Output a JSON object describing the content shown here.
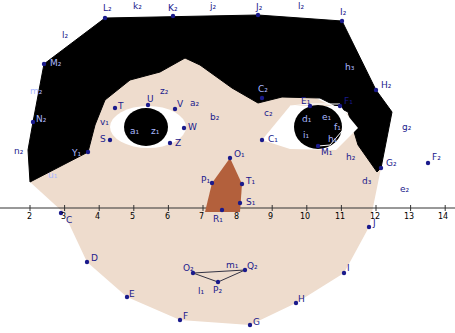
{
  "diagram": {
    "labels": [
      "2",
      "3",
      "4",
      "5",
      "6",
      "7",
      "8",
      "9",
      "10",
      "11",
      "12",
      "13",
      "14",
      "L₂",
      "k₂",
      "K₂",
      "j₂",
      "J₂",
      "l₂",
      "I₂",
      "l₂",
      "M₂",
      "m₂",
      "N₂",
      "n₂",
      "h₃",
      "H₂",
      "g₂",
      "G₂",
      "F₂",
      "e₂",
      "d₃",
      "Y₁",
      "u₁",
      "C",
      "D",
      "E",
      "F",
      "G",
      "H",
      "I",
      "J",
      "O₁",
      "P₁",
      "T₁",
      "R₁",
      "S₁",
      "O₂",
      "Q₂",
      "m₁",
      "P₂",
      "l₁",
      "T",
      "U",
      "V",
      "W",
      "Z",
      "a₁",
      "z₁",
      "v₁",
      "S",
      "C₁",
      "E₁",
      "F₁",
      "d₁",
      "e₁",
      "f₁",
      "h₁",
      "i₁",
      "M₁",
      "h₂",
      "a₂",
      "z₂",
      "b₂",
      "c₂",
      "C₂"
    ]
  }
}
